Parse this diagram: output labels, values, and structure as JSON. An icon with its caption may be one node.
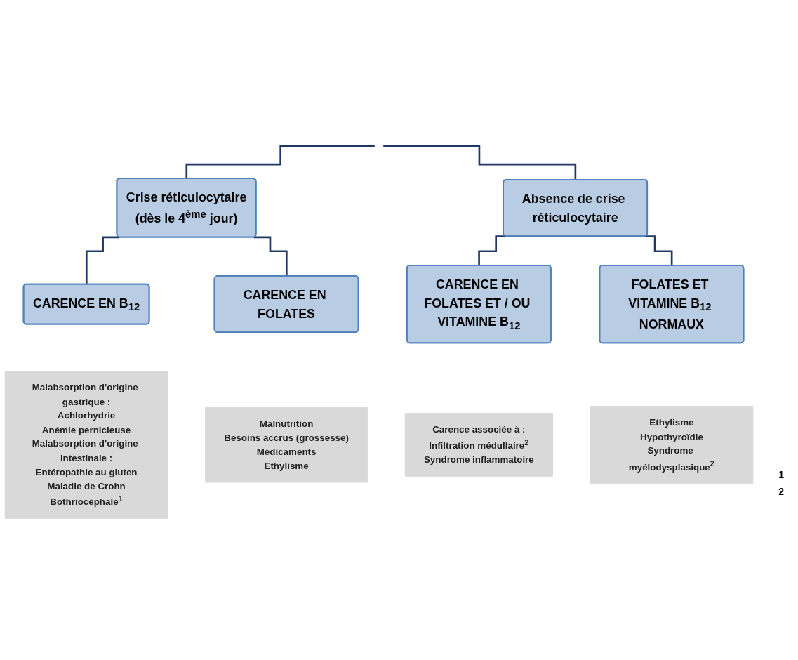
{
  "diagram": {
    "nodes": [
      {
        "text": [
          "Crise réticulocytaire",
          "(dès le 4$^{ème}$ jour)"
        ]
      },
      {
        "text": [
          "Absence de crise réticulocytaire"
        ]
      },
      {
        "text": [
          "CARENCE EN B$_{12}$"
        ]
      },
      {
        "text": [
          "CARENCE EN FOLATES"
        ]
      },
      {
        "text": [
          "Malabsorption d'origine gastrique :",
          "Achlorhydrie",
          "Anémie pernicieuse",
          "Malabsorption d'origine intestinale :",
          "Entéropathie au gluten",
          "Maladie de Crohn",
          "Bothriocéphale$^{1}$"
        ]
      },
      {
        "text": [
          "Malnutrition",
          "Besoins accrus (grossesse)",
          "Médicaments",
          "Ethylisme"
        ]
      },
      {
        "text": [
          "CARENCE EN FOLATES ET / OU VITAMINE B$_{12}$"
        ]
      },
      {
        "text": [
          "FOLATES ET VITAMINE B$_{12}$ NORMAUX"
        ]
      },
      {
        "text": [
          "Carence associée à :",
          "Infiltration médullaire$^{2}$",
          "Syndrome inflammatoire"
        ]
      },
      {
        "text": [
          "Ethylisme",
          "Hypothyroïdie",
          "Syndrome myélodysplasique$^{2}$"
        ]
      }
    ],
    "edges": [
      {
        "from": null,
        "to": 0,
        "arrow": "none"
      },
      {
        "from": null,
        "to": 1,
        "arrow": "none"
      },
      {
        "from": 0,
        "to": 2,
        "arrow": "none"
      },
      {
        "from": 0,
        "to": 3,
        "arrow": "none"
      },
      {
        "from": 1,
        "to": 6,
        "arrow": "none"
      },
      {
        "from": 1,
        "to": 7,
        "arrow": "none"
      }
    ],
    "labels": [
      "1",
      "2"
    ]
  }
}
